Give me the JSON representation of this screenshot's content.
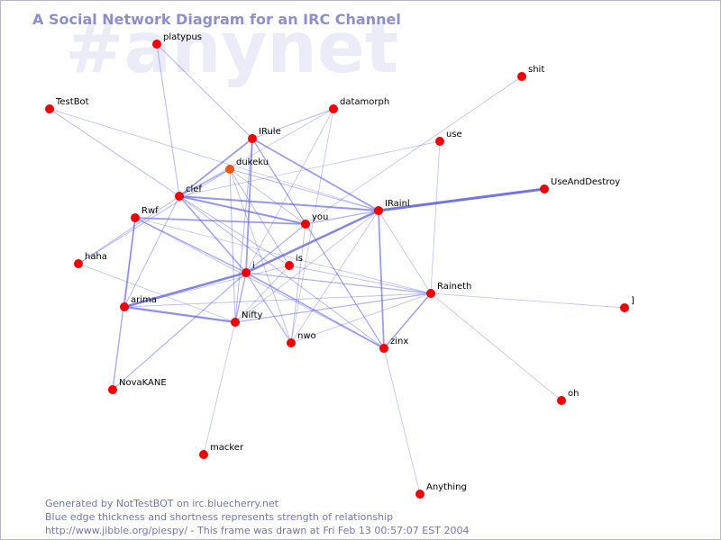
{
  "title": "A Social Network Diagram for an IRC Channel",
  "channel_watermark": "#anynet",
  "footer": {
    "line1": "Generated by NotTestBOT on irc.bluecherry.net",
    "line2": "Blue edge thickness and shortness represents strength of relationship",
    "line3": "http://www.jibble.org/piespy/ - This frame was drawn at Fri Feb 13 00:57:07 EST 2004"
  },
  "colors": {
    "node": "#ee0000",
    "node_highlight": "#ee5511",
    "edge": "#6666e0",
    "title": "#8f8fc8",
    "watermark": "#ececf8",
    "footer": "#7474a8"
  },
  "nodes": [
    {
      "id": "platypus",
      "label": "platypus"
    },
    {
      "id": "testbot",
      "label": "TestBot"
    },
    {
      "id": "datamorph",
      "label": "datamorph"
    },
    {
      "id": "shit",
      "label": "shit"
    },
    {
      "id": "irule",
      "label": "IRule"
    },
    {
      "id": "use",
      "label": "use"
    },
    {
      "id": "dukeku",
      "label": "dukeku",
      "highlight": true
    },
    {
      "id": "clef",
      "label": "clef"
    },
    {
      "id": "useanddestroy",
      "label": "UseAndDestroy"
    },
    {
      "id": "rwf",
      "label": "Rwf"
    },
    {
      "id": "irainl",
      "label": "IRainl"
    },
    {
      "id": "you",
      "label": "you"
    },
    {
      "id": "haha",
      "label": "haha"
    },
    {
      "id": "i",
      "label": "i"
    },
    {
      "id": "is",
      "label": "is"
    },
    {
      "id": "raineth",
      "label": "Raineth"
    },
    {
      "id": "bracket",
      "label": "]"
    },
    {
      "id": "arima",
      "label": "arima"
    },
    {
      "id": "nifty",
      "label": "Nifty"
    },
    {
      "id": "nwo",
      "label": "nwo"
    },
    {
      "id": "zinx",
      "label": "zinx"
    },
    {
      "id": "novakane",
      "label": "NovaKANE"
    },
    {
      "id": "oh",
      "label": "oh"
    },
    {
      "id": "macker",
      "label": "macker"
    },
    {
      "id": "anything",
      "label": "Anything"
    }
  ],
  "edges": [
    {
      "from": "irainl",
      "to": "useanddestroy",
      "weight": 3
    },
    {
      "from": "i",
      "to": "irainl",
      "weight": 2.5
    },
    {
      "from": "i",
      "to": "arima",
      "weight": 2.5
    },
    {
      "from": "arima",
      "to": "nifty",
      "weight": 2.2
    },
    {
      "from": "clef",
      "to": "irainl",
      "weight": 2
    },
    {
      "from": "clef",
      "to": "you",
      "weight": 2
    },
    {
      "from": "clef",
      "to": "irule",
      "weight": 1.8
    },
    {
      "from": "rwf",
      "to": "you",
      "weight": 1.8
    },
    {
      "from": "irule",
      "to": "irainl",
      "weight": 1.8
    },
    {
      "from": "irule",
      "to": "i",
      "weight": 1.8
    },
    {
      "from": "clef",
      "to": "i",
      "weight": 1.6
    },
    {
      "from": "rwf",
      "to": "i",
      "weight": 1.4
    },
    {
      "from": "rwf",
      "to": "arima",
      "weight": 1.4
    },
    {
      "from": "rwf",
      "to": "novakane",
      "weight": 1.4
    },
    {
      "from": "irainl",
      "to": "zinx",
      "weight": 1.8
    },
    {
      "from": "zinx",
      "to": "raineth",
      "weight": 1.6
    },
    {
      "from": "i",
      "to": "zinx",
      "weight": 1.6
    },
    {
      "from": "i",
      "to": "nifty",
      "weight": 1.4
    },
    {
      "from": "i",
      "to": "nwo",
      "weight": 1.2
    },
    {
      "from": "i",
      "to": "raineth",
      "weight": 1.2
    },
    {
      "from": "i",
      "to": "novakane",
      "weight": 1.2
    },
    {
      "from": "nifty",
      "to": "raineth",
      "weight": 1.2
    },
    {
      "from": "you",
      "to": "i",
      "weight": 1.2
    },
    {
      "from": "you",
      "to": "irainl",
      "weight": 1.2
    },
    {
      "from": "dukeku",
      "to": "clef",
      "weight": 1.2
    },
    {
      "from": "dukeku",
      "to": "haha",
      "weight": 1
    },
    {
      "from": "clef",
      "to": "haha",
      "weight": 1
    },
    {
      "from": "clef",
      "to": "arima",
      "weight": 1
    },
    {
      "from": "clef",
      "to": "is",
      "weight": 1
    },
    {
      "from": "clef",
      "to": "zinx",
      "weight": 1
    },
    {
      "from": "dukeku",
      "to": "is",
      "weight": 1
    },
    {
      "from": "dukeku",
      "to": "nifty",
      "weight": 1
    },
    {
      "from": "dukeku",
      "to": "irainl",
      "weight": 1
    },
    {
      "from": "dukeku",
      "to": "nwo",
      "weight": 0.9
    },
    {
      "from": "dukeku",
      "to": "you",
      "weight": 0.9
    },
    {
      "from": "irule",
      "to": "you",
      "weight": 1
    },
    {
      "from": "irule",
      "to": "zinx",
      "weight": 1
    },
    {
      "from": "irule",
      "to": "nifty",
      "weight": 1
    },
    {
      "from": "irule",
      "to": "datamorph",
      "weight": 1
    },
    {
      "from": "platypus",
      "to": "irule",
      "weight": 1
    },
    {
      "from": "platypus",
      "to": "clef",
      "weight": 1
    },
    {
      "from": "testbot",
      "to": "clef",
      "weight": 1
    },
    {
      "from": "testbot",
      "to": "irainl",
      "weight": 0.8
    },
    {
      "from": "datamorph",
      "to": "i",
      "weight": 0.8
    },
    {
      "from": "datamorph",
      "to": "nwo",
      "weight": 0.8
    },
    {
      "from": "datamorph",
      "to": "clef",
      "weight": 0.8
    },
    {
      "from": "shit",
      "to": "you",
      "weight": 0.8
    },
    {
      "from": "use",
      "to": "clef",
      "weight": 0.8
    },
    {
      "from": "use",
      "to": "raineth",
      "weight": 0.8
    },
    {
      "from": "irainl",
      "to": "nwo",
      "weight": 0.8
    },
    {
      "from": "irainl",
      "to": "nifty",
      "weight": 0.8
    },
    {
      "from": "irainl",
      "to": "raineth",
      "weight": 0.8
    },
    {
      "from": "is",
      "to": "raineth",
      "weight": 0.9
    },
    {
      "from": "is",
      "to": "nifty",
      "weight": 0.9
    },
    {
      "from": "is",
      "to": "arima",
      "weight": 0.9
    },
    {
      "from": "you",
      "to": "zinx",
      "weight": 0.9
    },
    {
      "from": "you",
      "to": "nwo",
      "weight": 0.9
    },
    {
      "from": "rwf",
      "to": "zinx",
      "weight": 0.9
    },
    {
      "from": "rwf",
      "to": "raineth",
      "weight": 0.8
    },
    {
      "from": "haha",
      "to": "nifty",
      "weight": 0.8
    },
    {
      "from": "arima",
      "to": "raineth",
      "weight": 0.9
    },
    {
      "from": "nwo",
      "to": "raineth",
      "weight": 0.9
    },
    {
      "from": "raineth",
      "to": "oh",
      "weight": 0.8
    },
    {
      "from": "raineth",
      "to": "bracket",
      "weight": 0.8
    },
    {
      "from": "zinx",
      "to": "anything",
      "weight": 0.8
    },
    {
      "from": "nifty",
      "to": "macker",
      "weight": 0.8
    }
  ]
}
